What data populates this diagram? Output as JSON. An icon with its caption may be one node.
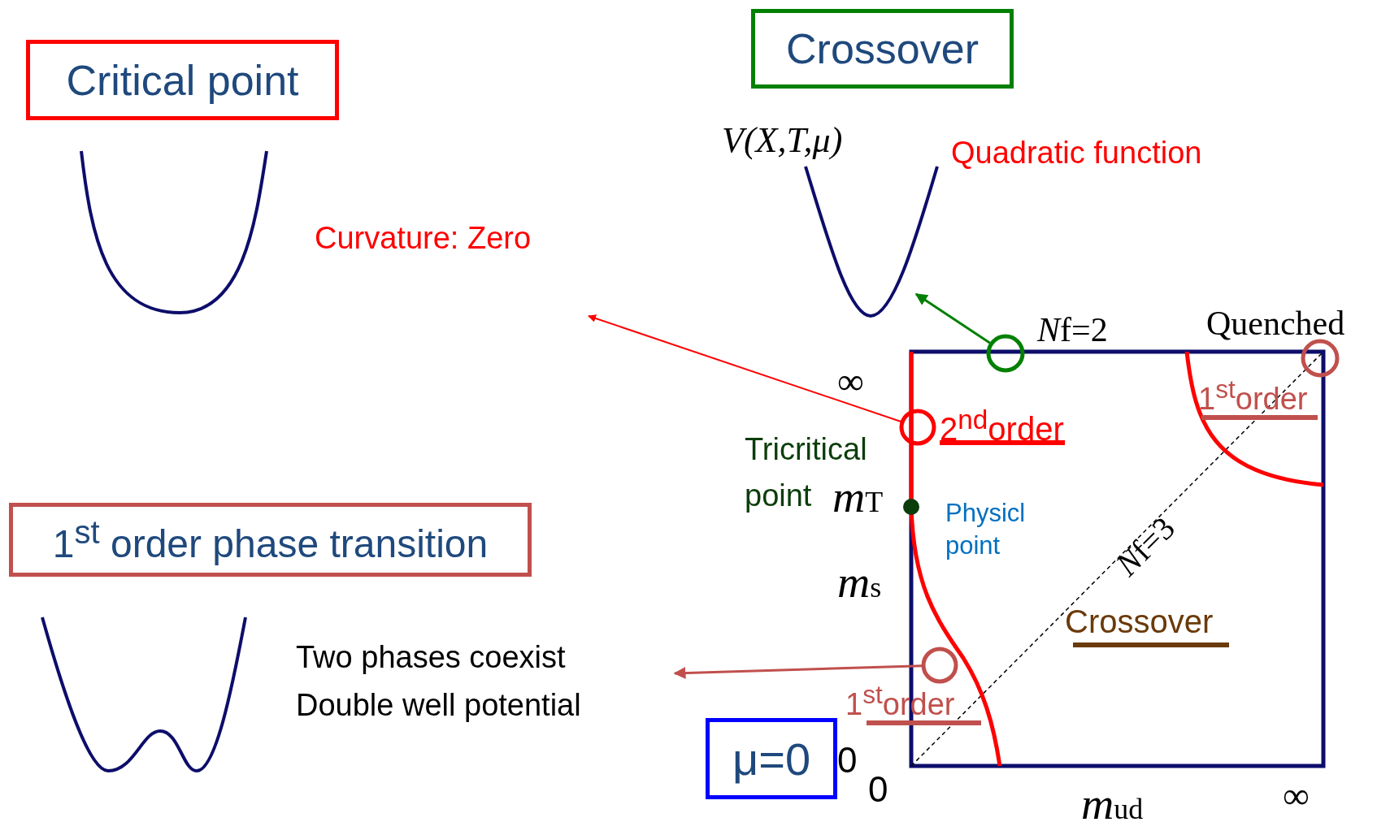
{
  "diagram": {
    "nodes": [
      {
        "text": [
          "Critical point"
        ]
      },
      {
        "text": [
          "Crossover"
        ]
      },
      {
        "text": [
          "1$^{st}$ order phase transition"
        ]
      },
      {
        "text": [
          "μ=0"
        ]
      },
      {
        "text": [],
        "shape": "curve"
      },
      {
        "text": [],
        "shape": "circle"
      },
      {
        "text": [],
        "shape": "circle"
      },
      {
        "text": [],
        "shape": "circle"
      },
      {
        "text": [],
        "shape": "circle"
      }
    ],
    "edges": [
      {
        "from": 5,
        "to": 4,
        "arrow": "to",
        "color": "#008000"
      },
      {
        "from": 6,
        "to": null,
        "arrow": "to",
        "color": "#ff0000"
      },
      {
        "from": 7,
        "to": null,
        "arrow": "to",
        "color": "#c0504d"
      }
    ],
    "labels": [
      "V(X,T,μ)",
      "Quadratic function",
      "Curvature: Zero",
      "Nf=2",
      "Quenched",
      "∞",
      "1$^{st}$order",
      "2$^{nd}$order",
      "Tricritical point",
      "mT",
      "Physicl point",
      "ms",
      "Nf=3",
      "Crossover",
      "Two phases coexist",
      "Double well potential",
      "1$^{st}$order",
      "0",
      "0",
      "mud",
      "∞"
    ]
  }
}
